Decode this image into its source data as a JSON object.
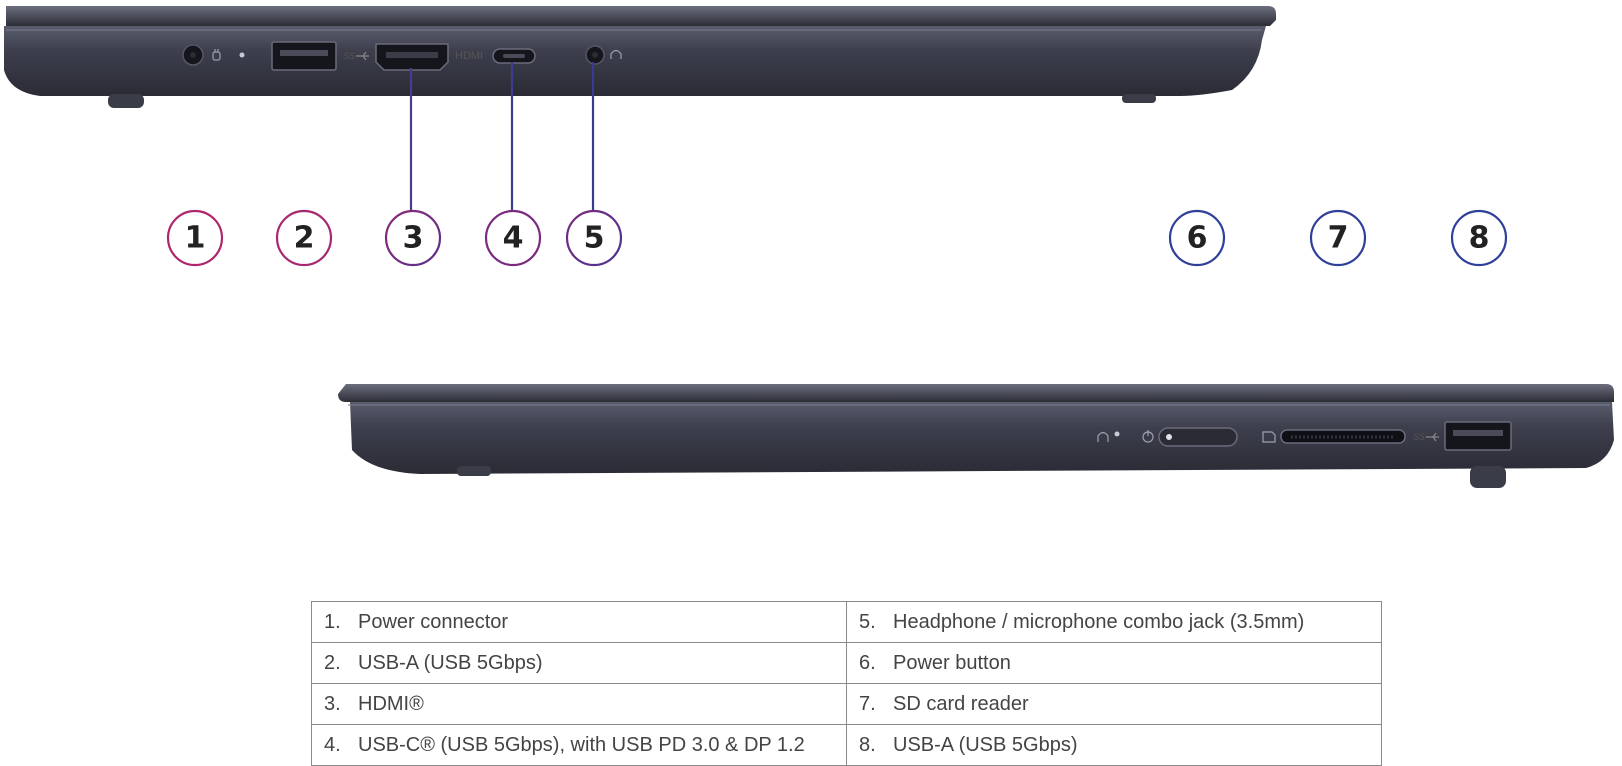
{
  "callouts": {
    "c1": "1",
    "c2": "2",
    "c3": "3",
    "c4": "4",
    "c5": "5",
    "c6": "6",
    "c7": "7",
    "c8": "8"
  },
  "port_labels": {
    "ss_left": "SS",
    "hdmi": "HDMI",
    "ss_right": "SS"
  },
  "legend": {
    "rows": [
      {
        "left_num": "1.",
        "left_text": "Power connector",
        "right_num": "5.",
        "right_text": "Headphone / microphone combo jack (3.5mm)"
      },
      {
        "left_num": "2.",
        "left_text": "USB-A (USB 5Gbps)",
        "right_num": "6.",
        "right_text": "Power button"
      },
      {
        "left_num": "3.",
        "left_text": "HDMI®",
        "right_num": "7.",
        "right_text": "SD card reader"
      },
      {
        "left_num": "4.",
        "left_text": "USB-C® (USB 5Gbps), with USB PD 3.0 & DP 1.2",
        "right_num": "8.",
        "right_text": "USB-A (USB 5Gbps)"
      }
    ]
  },
  "colors": {
    "laptop_body": "#3a3c4a",
    "callout_magenta": "#b0266b",
    "callout_blue": "#2f3f9a"
  }
}
